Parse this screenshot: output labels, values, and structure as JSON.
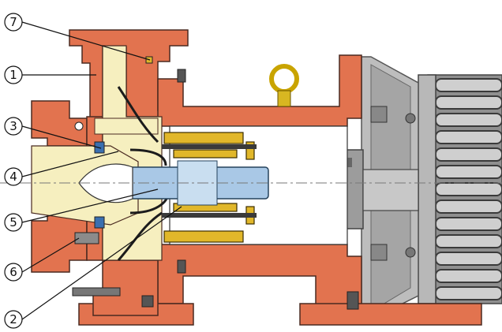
{
  "callouts": [
    {
      "id": "c7",
      "label": "7"
    },
    {
      "id": "c1",
      "label": "1"
    },
    {
      "id": "c3",
      "label": "3"
    },
    {
      "id": "c4",
      "label": "4"
    },
    {
      "id": "c5",
      "label": "5"
    },
    {
      "id": "c6",
      "label": "6"
    },
    {
      "id": "c2",
      "label": "2"
    }
  ],
  "colors": {
    "casing": "#e2734f",
    "casing_edge": "#4a2a20",
    "liquid": "#f6efbf",
    "shaft": "#a9c8e6",
    "magnet": "#e1b72a",
    "motor_gray": "#9a9a9a",
    "motor_light": "#cfcfcf",
    "motor_dark": "#555555"
  }
}
